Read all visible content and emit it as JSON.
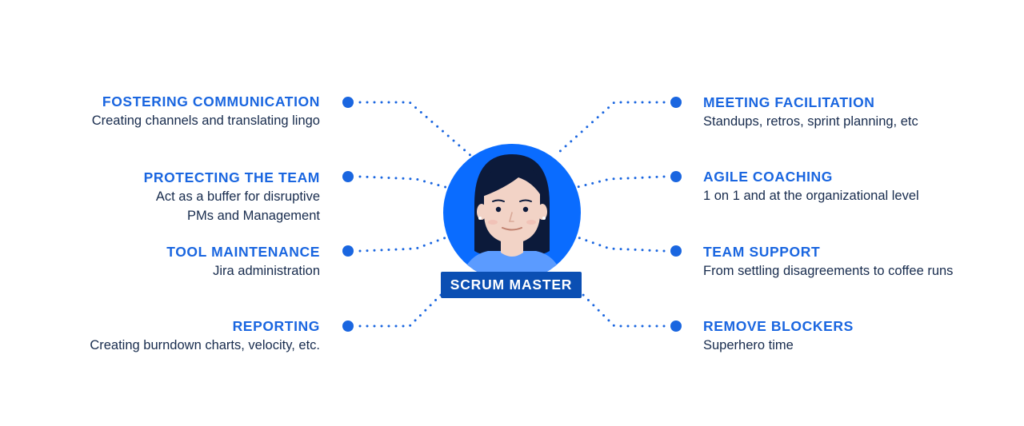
{
  "center": {
    "label": "SCRUM MASTER"
  },
  "roles": {
    "left": [
      {
        "title": "FOSTERING COMMUNICATION",
        "lines": [
          "Creating channels and translating lingo"
        ]
      },
      {
        "title": "PROTECTING THE TEAM",
        "lines": [
          "Act as a buffer for disruptive",
          "PMs and Management"
        ]
      },
      {
        "title": "TOOL MAINTENANCE",
        "lines": [
          "Jira administration"
        ]
      },
      {
        "title": "REPORTING",
        "lines": [
          "Creating burndown charts, velocity, etc."
        ]
      }
    ],
    "right": [
      {
        "title": "MEETING FACILITATION",
        "lines": [
          "Standups, retros, sprint planning, etc"
        ]
      },
      {
        "title": "AGILE COACHING",
        "lines": [
          "1 on 1 and at the organizational level"
        ]
      },
      {
        "title": "TEAM SUPPORT",
        "lines": [
          "From settling disagreements to coffee runs"
        ]
      },
      {
        "title": "REMOVE BLOCKERS",
        "lines": [
          "Superhero time"
        ]
      }
    ]
  },
  "colors": {
    "accent_blue": "#1a66e0",
    "avatar_circle": "#0a6cff",
    "label_background": "#0b4fb3",
    "text_dark": "#172b4d"
  },
  "icons": {
    "avatar": "scrum-master-avatar-icon",
    "node": "dot-icon"
  }
}
